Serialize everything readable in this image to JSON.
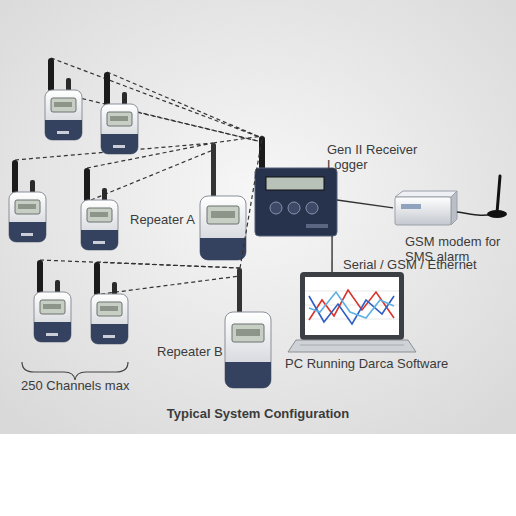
{
  "diagram": {
    "caption": "Typical System Configuration",
    "nodes": [
      {
        "text": [
          "Gen II Receiver Logger"
        ]
      },
      {
        "text": [
          "GSM modem for SMS alarm"
        ]
      },
      {
        "text": [
          "Repeater A"
        ]
      },
      {
        "text": [
          "Repeater B"
        ]
      },
      {
        "text": [
          "PC Running Darca Software"
        ]
      }
    ],
    "edges": [
      {
        "from": 0,
        "to": 1,
        "arrow": "none"
      },
      {
        "from": 0,
        "to": 4,
        "label": "Serial / GSM / Ethernet",
        "arrow": "none"
      },
      {
        "from": 2,
        "to": 0,
        "arrow": "none"
      },
      {
        "from": 3,
        "to": 0,
        "arrow": "none"
      }
    ],
    "labels": [
      "250 Channels max"
    ]
  }
}
